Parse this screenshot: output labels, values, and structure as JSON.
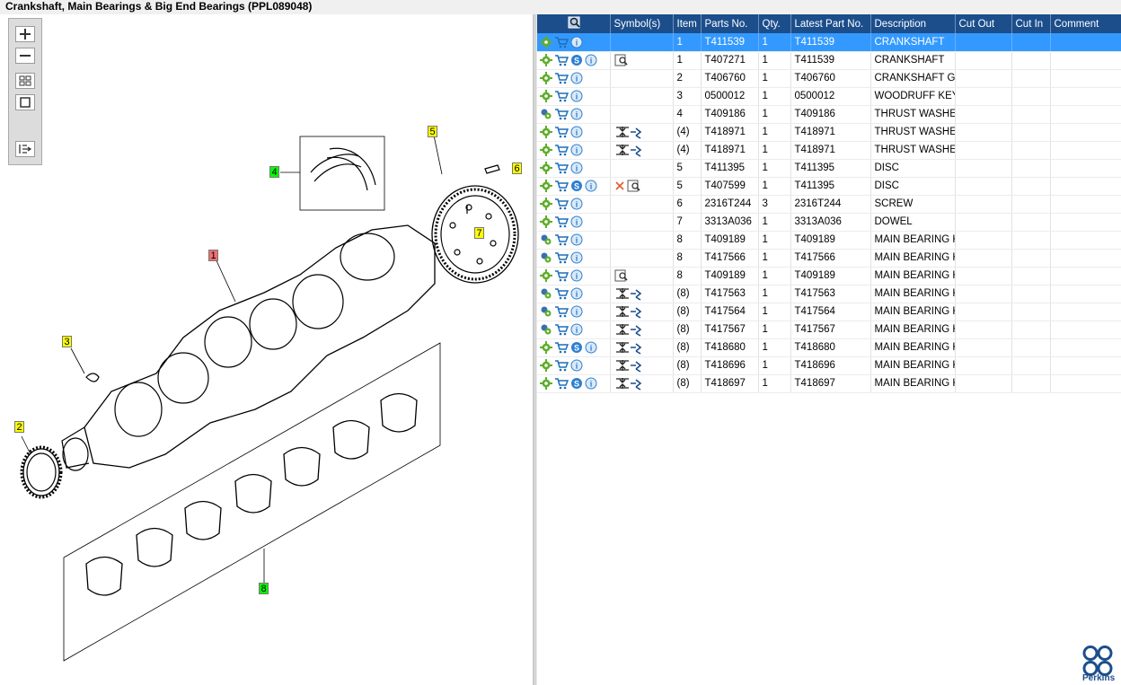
{
  "title": "Crankshaft, Main Bearings & Big End Bearings (PPL089048)",
  "toolbar": {
    "zoom_in": "zoom-in",
    "zoom_out": "zoom-out",
    "fit": "fit-view",
    "actual": "actual-size",
    "panel": "toggle-panel"
  },
  "callouts": [
    "1",
    "2",
    "3",
    "4",
    "5",
    "6",
    "7",
    "8"
  ],
  "table": {
    "headers": {
      "icons": "",
      "symbols": "Symbol(s)",
      "item": "Item",
      "parts_no": "Parts No.",
      "qty": "Qty.",
      "latest": "Latest Part No.",
      "description": "Description",
      "cut_out": "Cut Out",
      "cut_in": "Cut In",
      "comment": "Comment"
    },
    "rows": [
      {
        "item": "1",
        "parts_no": "T411539",
        "qty": "1",
        "latest": "T411539",
        "description": "CRANKSHAFT",
        "selected": true
      },
      {
        "item": "1",
        "parts_no": "T407271",
        "qty": "1",
        "latest": "T411539",
        "description": "CRANKSHAFT"
      },
      {
        "item": "2",
        "parts_no": "T406760",
        "qty": "1",
        "latest": "T406760",
        "description": "CRANKSHAFT GEAR"
      },
      {
        "item": "3",
        "parts_no": "0500012",
        "qty": "1",
        "latest": "0500012",
        "description": "WOODRUFF KEY"
      },
      {
        "item": "4",
        "parts_no": "T409186",
        "qty": "1",
        "latest": "T409186",
        "description": "THRUST WASHER"
      },
      {
        "item": "(4)",
        "parts_no": "T418971",
        "qty": "1",
        "latest": "T418971",
        "description": "THRUST WASHER"
      },
      {
        "item": "(4)",
        "parts_no": "T418971",
        "qty": "1",
        "latest": "T418971",
        "description": "THRUST WASHER"
      },
      {
        "item": "5",
        "parts_no": "T411395",
        "qty": "1",
        "latest": "T411395",
        "description": "DISC"
      },
      {
        "item": "5",
        "parts_no": "T407599",
        "qty": "1",
        "latest": "T411395",
        "description": "DISC"
      },
      {
        "item": "6",
        "parts_no": "2316T244",
        "qty": "3",
        "latest": "2316T244",
        "description": "SCREW"
      },
      {
        "item": "7",
        "parts_no": "3313A036",
        "qty": "1",
        "latest": "3313A036",
        "description": "DOWEL"
      },
      {
        "item": "8",
        "parts_no": "T409189",
        "qty": "1",
        "latest": "T409189",
        "description": "MAIN BEARING KIT"
      },
      {
        "item": "8",
        "parts_no": "T417566",
        "qty": "1",
        "latest": "T417566",
        "description": "MAIN BEARING KIT"
      },
      {
        "item": "8",
        "parts_no": "T409189",
        "qty": "1",
        "latest": "T409189",
        "description": "MAIN BEARING KIT"
      },
      {
        "item": "(8)",
        "parts_no": "T417563",
        "qty": "1",
        "latest": "T417563",
        "description": "MAIN BEARING KIT"
      },
      {
        "item": "(8)",
        "parts_no": "T417564",
        "qty": "1",
        "latest": "T417564",
        "description": "MAIN BEARING KIT"
      },
      {
        "item": "(8)",
        "parts_no": "T417567",
        "qty": "1",
        "latest": "T417567",
        "description": "MAIN BEARING KIT"
      },
      {
        "item": "(8)",
        "parts_no": "T418680",
        "qty": "1",
        "latest": "T418680",
        "description": "MAIN BEARING KIT"
      },
      {
        "item": "(8)",
        "parts_no": "T418696",
        "qty": "1",
        "latest": "T418696",
        "description": "MAIN BEARING KIT"
      },
      {
        "item": "(8)",
        "parts_no": "T418697",
        "qty": "1",
        "latest": "T418697",
        "description": "MAIN BEARING KIT"
      }
    ]
  },
  "logo": {
    "text": "Perkins",
    "color": "#1c4e8c"
  },
  "colors": {
    "header_bg": "#1c4e8c",
    "selected_bg": "#3399ff",
    "callout_yellow": "#ffff00",
    "callout_green": "#00ff00",
    "callout_red": "#f07070"
  }
}
